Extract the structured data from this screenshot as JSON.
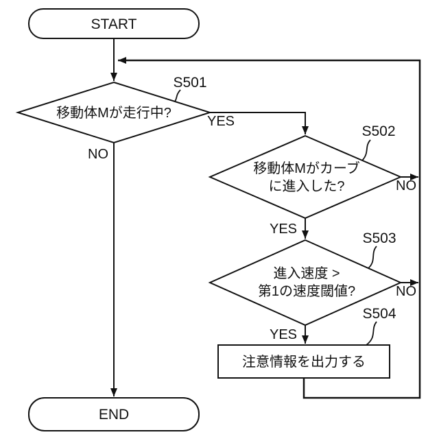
{
  "colors": {
    "background": "#ffffff",
    "line": "#111111",
    "text": "#111111",
    "shape_fill": "#ffffff"
  },
  "flowchart": {
    "terminals": {
      "start": "START",
      "end": "END"
    },
    "nodes": {
      "s501": {
        "step": "S501",
        "line1": "移動体Mが走行中?"
      },
      "s502": {
        "step": "S502",
        "line1": "移動体Mがカーブ",
        "line2": "に進入した?"
      },
      "s503": {
        "step": "S503",
        "line1": "進入速度 >",
        "line2": "第1の速度閾値?"
      },
      "s504": {
        "step": "S504",
        "label": "注意情報を出力する"
      }
    },
    "branches": {
      "s501_yes": "YES",
      "s501_no": "NO",
      "s502_yes": "YES",
      "s502_no": "NO",
      "s503_yes": "YES",
      "s503_no": "NO"
    }
  }
}
